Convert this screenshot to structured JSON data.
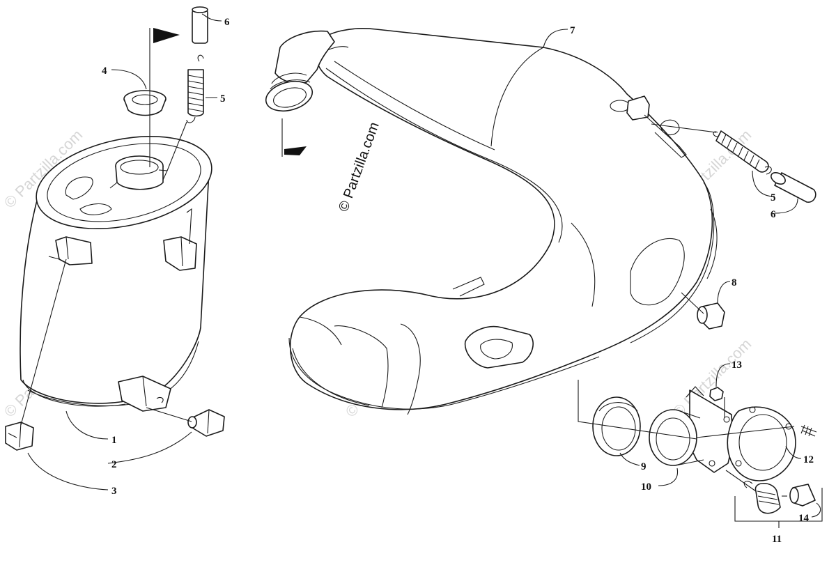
{
  "watermark": {
    "main": "© Partzilla.com",
    "faint": "© Partzilla.com"
  },
  "labels": {
    "p1": "1",
    "p2": "2",
    "p3": "3",
    "p4": "4",
    "p5a": "5",
    "p6a": "6",
    "p5b": "5",
    "p6b": "6",
    "p7": "7",
    "p8": "8",
    "p9": "9",
    "p10": "10",
    "p11": "11",
    "p12": "12",
    "p13": "13",
    "p14": "14"
  },
  "colors": {
    "line": "#1a1a1a",
    "watermark": "#d6d6d6"
  }
}
